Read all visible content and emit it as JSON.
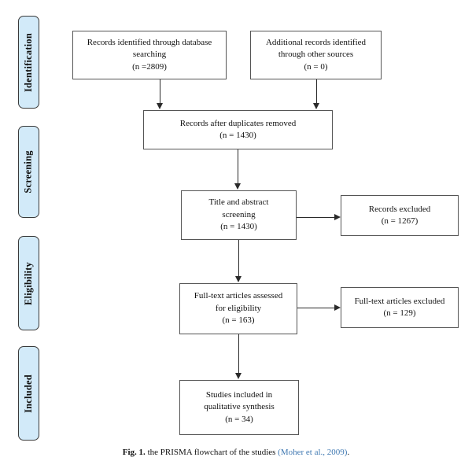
{
  "sidebar": [
    {
      "label": "Identification"
    },
    {
      "label": "Screening"
    },
    {
      "label": "Eligibility"
    },
    {
      "label": "Included"
    }
  ],
  "nodes": {
    "db_search": {
      "lines": [
        "Records identified through database",
        "searching",
        "(n =2809)"
      ]
    },
    "other_sources": {
      "lines": [
        "Additional records identified",
        "through other sources",
        "(n = 0)"
      ]
    },
    "duplicates_removed": {
      "lines": [
        "Records after duplicates removed",
        "(n = 1430)"
      ]
    },
    "title_abstract": {
      "lines": [
        "Title and abstract",
        "screening",
        "(n = 1430)"
      ]
    },
    "records_excluded": {
      "lines": [
        "Records excluded",
        "(n = 1267)"
      ]
    },
    "fulltext_assessed": {
      "lines": [
        "Full-text articles assessed",
        "for eligibility",
        "(n = 163)"
      ]
    },
    "fulltext_excluded": {
      "lines": [
        "Full-text articles excluded",
        "(n = 129)"
      ]
    },
    "qualitative_synthesis": {
      "lines": [
        "Studies included in",
        "qualitative synthesis",
        "(n = 34)"
      ]
    }
  },
  "caption": {
    "fig_label": "Fig. 1.",
    "text": " the PRISMA flowchart of the studies ",
    "citation": "(Moher et al., 2009)",
    "suffix": "."
  },
  "colors": {
    "stage_fill": "#d2eaf9",
    "stage_border": "#3a3a3a",
    "box_border": "#555555",
    "arrow": "#2a2a2a",
    "citation_link": "#4079b2"
  }
}
